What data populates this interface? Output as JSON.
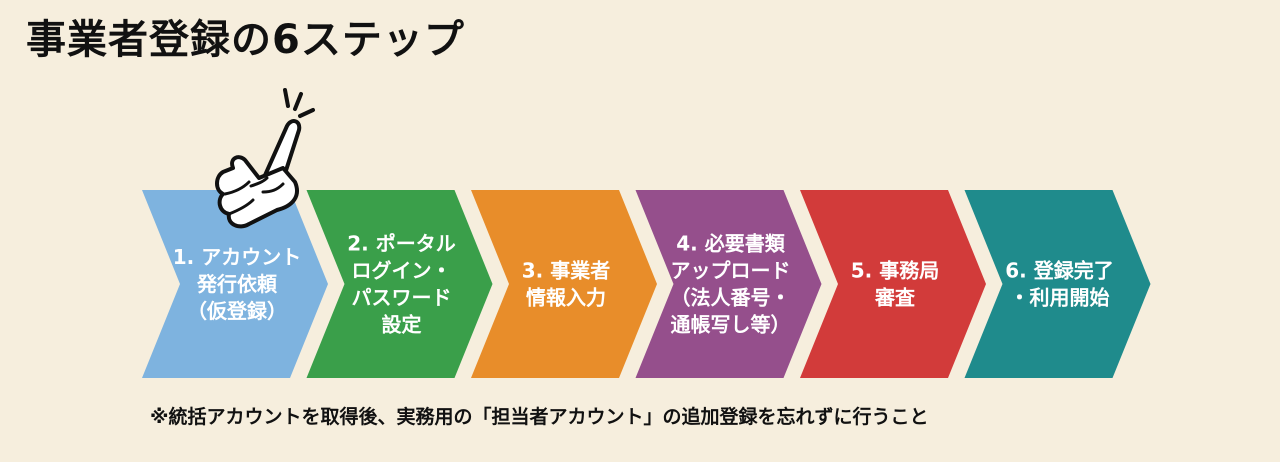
{
  "title": "事業者登録の6ステップ",
  "steps": [
    {
      "lines": [
        "1. アカウント",
        "発行依頼",
        "（仮登録）"
      ],
      "color": "#7eb3df",
      "icon": "pointing-hand-icon"
    },
    {
      "lines": [
        "2. ポータル",
        "ログイン・",
        "パスワード",
        "設定"
      ],
      "color": "#3a9f4a"
    },
    {
      "lines": [
        "3. 事業者",
        "情報入力"
      ],
      "color": "#e88d2a"
    },
    {
      "lines": [
        "4. 必要書類",
        "アップロード",
        "（法人番号・",
        "通帳写し等）"
      ],
      "color": "#954f8c"
    },
    {
      "lines": [
        "5. 事務局",
        "審査"
      ],
      "color": "#d23b3a"
    },
    {
      "lines": [
        "6. 登録完了",
        "・利用開始"
      ],
      "color": "#1f8b8c"
    }
  ],
  "note": "※統括アカウントを取得後、実務用の「担当者アカウント」の追加登録を忘れずに行うこと"
}
